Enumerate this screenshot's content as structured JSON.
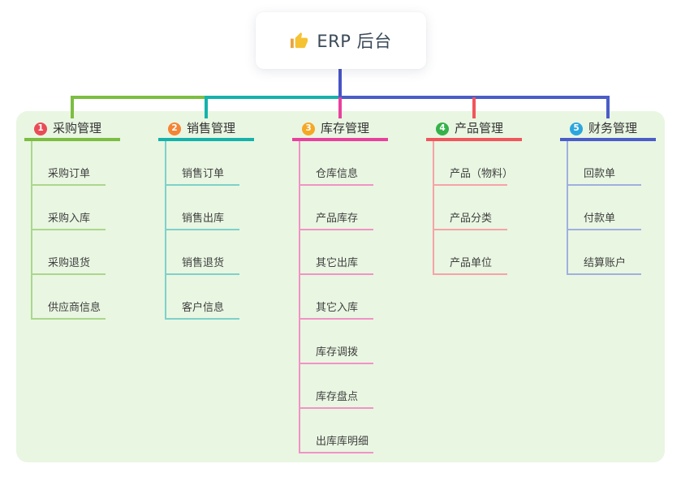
{
  "root": {
    "title": "ERP 后台",
    "icon": "thumbs-up-icon"
  },
  "colors": {
    "panel_bg": "#e9f6e2",
    "root_line": "#4753c6",
    "icon_yellow": "#f5c231",
    "icon_sleeve": "#e8a33d"
  },
  "branches": [
    {
      "num": "1",
      "label": "采购管理",
      "badge_color": "#ea4c57",
      "line_color": "#7cbe41",
      "light_color": "#abd78c",
      "children": [
        "采购订单",
        "采购入库",
        "采购退货",
        "供应商信息"
      ]
    },
    {
      "num": "2",
      "label": "销售管理",
      "badge_color": "#f68435",
      "line_color": "#14b3ab",
      "light_color": "#7ed1ca",
      "children": [
        "销售订单",
        "销售出库",
        "销售退货",
        "客户信息"
      ]
    },
    {
      "num": "3",
      "label": "库存管理",
      "badge_color": "#f6a724",
      "line_color": "#e9409e",
      "light_color": "#f292c6",
      "children": [
        "仓库信息",
        "产品库存",
        "其它出库",
        "其它入库",
        "库存调拨",
        "库存盘点",
        "出库库明细"
      ]
    },
    {
      "num": "4",
      "label": "产品管理",
      "badge_color": "#35b24a",
      "line_color": "#f2555c",
      "light_color": "#f7a3a7",
      "children": [
        "产品（物料）",
        "产品分类",
        "产品单位"
      ]
    },
    {
      "num": "5",
      "label": "财务管理",
      "badge_color": "#2ca6df",
      "line_color": "#4a5dc8",
      "light_color": "#9fb0df",
      "children": [
        "回款单",
        "付款单",
        "结算账户"
      ]
    }
  ]
}
